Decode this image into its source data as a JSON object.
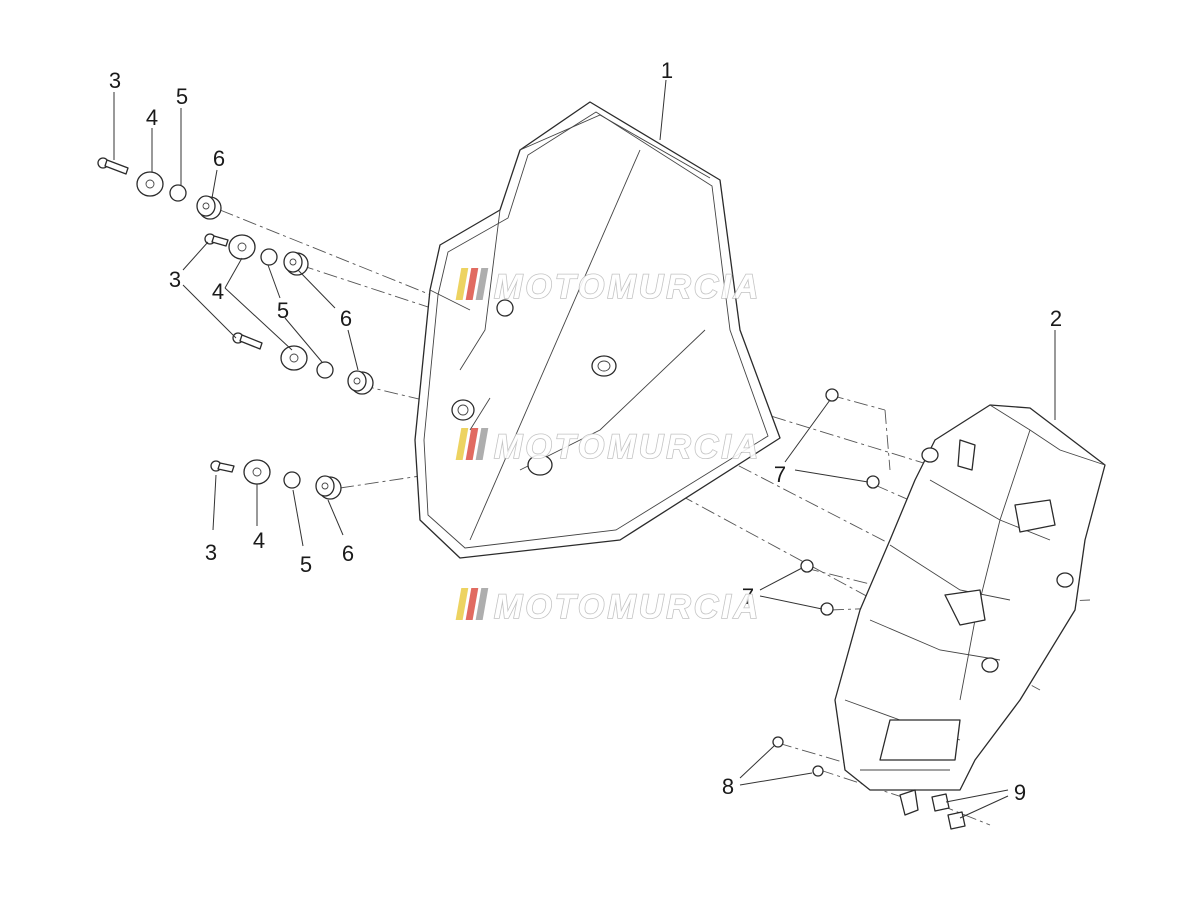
{
  "watermark": {
    "text": "MOTOMURCIA",
    "stripe_colors": [
      "#e8c83a",
      "#d9463a",
      "#9a9a9a"
    ]
  },
  "callouts": {
    "windshield": "1",
    "bracket": "2",
    "screw": "3",
    "washer": "4",
    "spacer": "5",
    "grommet": "6",
    "bracket_screw": "7",
    "lower_screw": "8",
    "clip_nut": "9"
  },
  "colors": {
    "line": "#2b2b2b",
    "watermark_stroke": "#bdbdbd"
  }
}
